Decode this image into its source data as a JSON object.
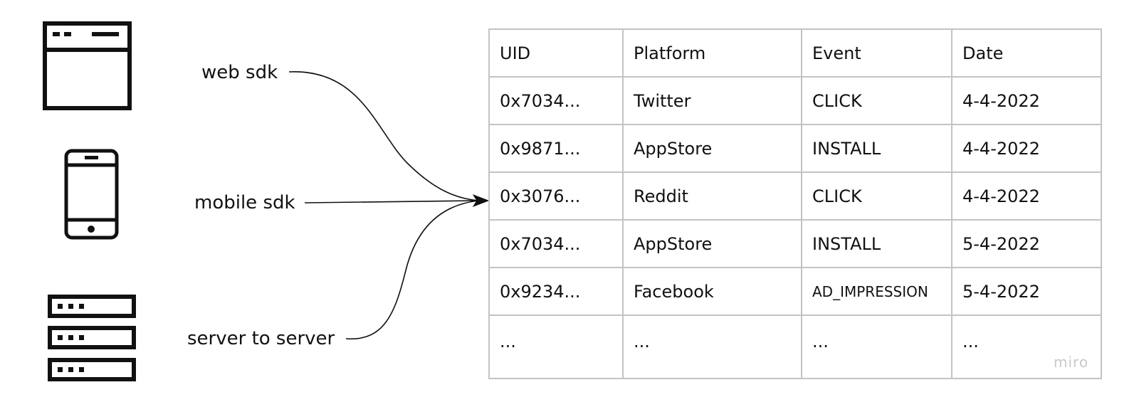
{
  "sources": {
    "web": {
      "label": "web sdk",
      "icon": "browser-window-icon"
    },
    "mobile": {
      "label": "mobile sdk",
      "icon": "smartphone-icon"
    },
    "server": {
      "label": "server to server",
      "icon": "server-stack-icon"
    }
  },
  "table": {
    "headers": [
      "UID",
      "Platform",
      "Event",
      "Date"
    ],
    "rows": [
      [
        "0x7034...",
        "Twitter",
        "CLICK",
        "4-4-2022"
      ],
      [
        "0x9871...",
        "AppStore",
        "INSTALL",
        "4-4-2022"
      ],
      [
        "0x3076...",
        "Reddit",
        "CLICK",
        "4-4-2022"
      ],
      [
        "0x7034...",
        "AppStore",
        "INSTALL",
        "5-4-2022"
      ],
      [
        "0x9234...",
        "Facebook",
        "AD_IMPRESSION",
        "5-4-2022"
      ],
      [
        "...",
        "...",
        "...",
        "..."
      ]
    ]
  },
  "brand": "miro",
  "colors": {
    "ink": "#111111",
    "table_border": "#c3c3c3",
    "watermark": "#c9c9c9"
  }
}
